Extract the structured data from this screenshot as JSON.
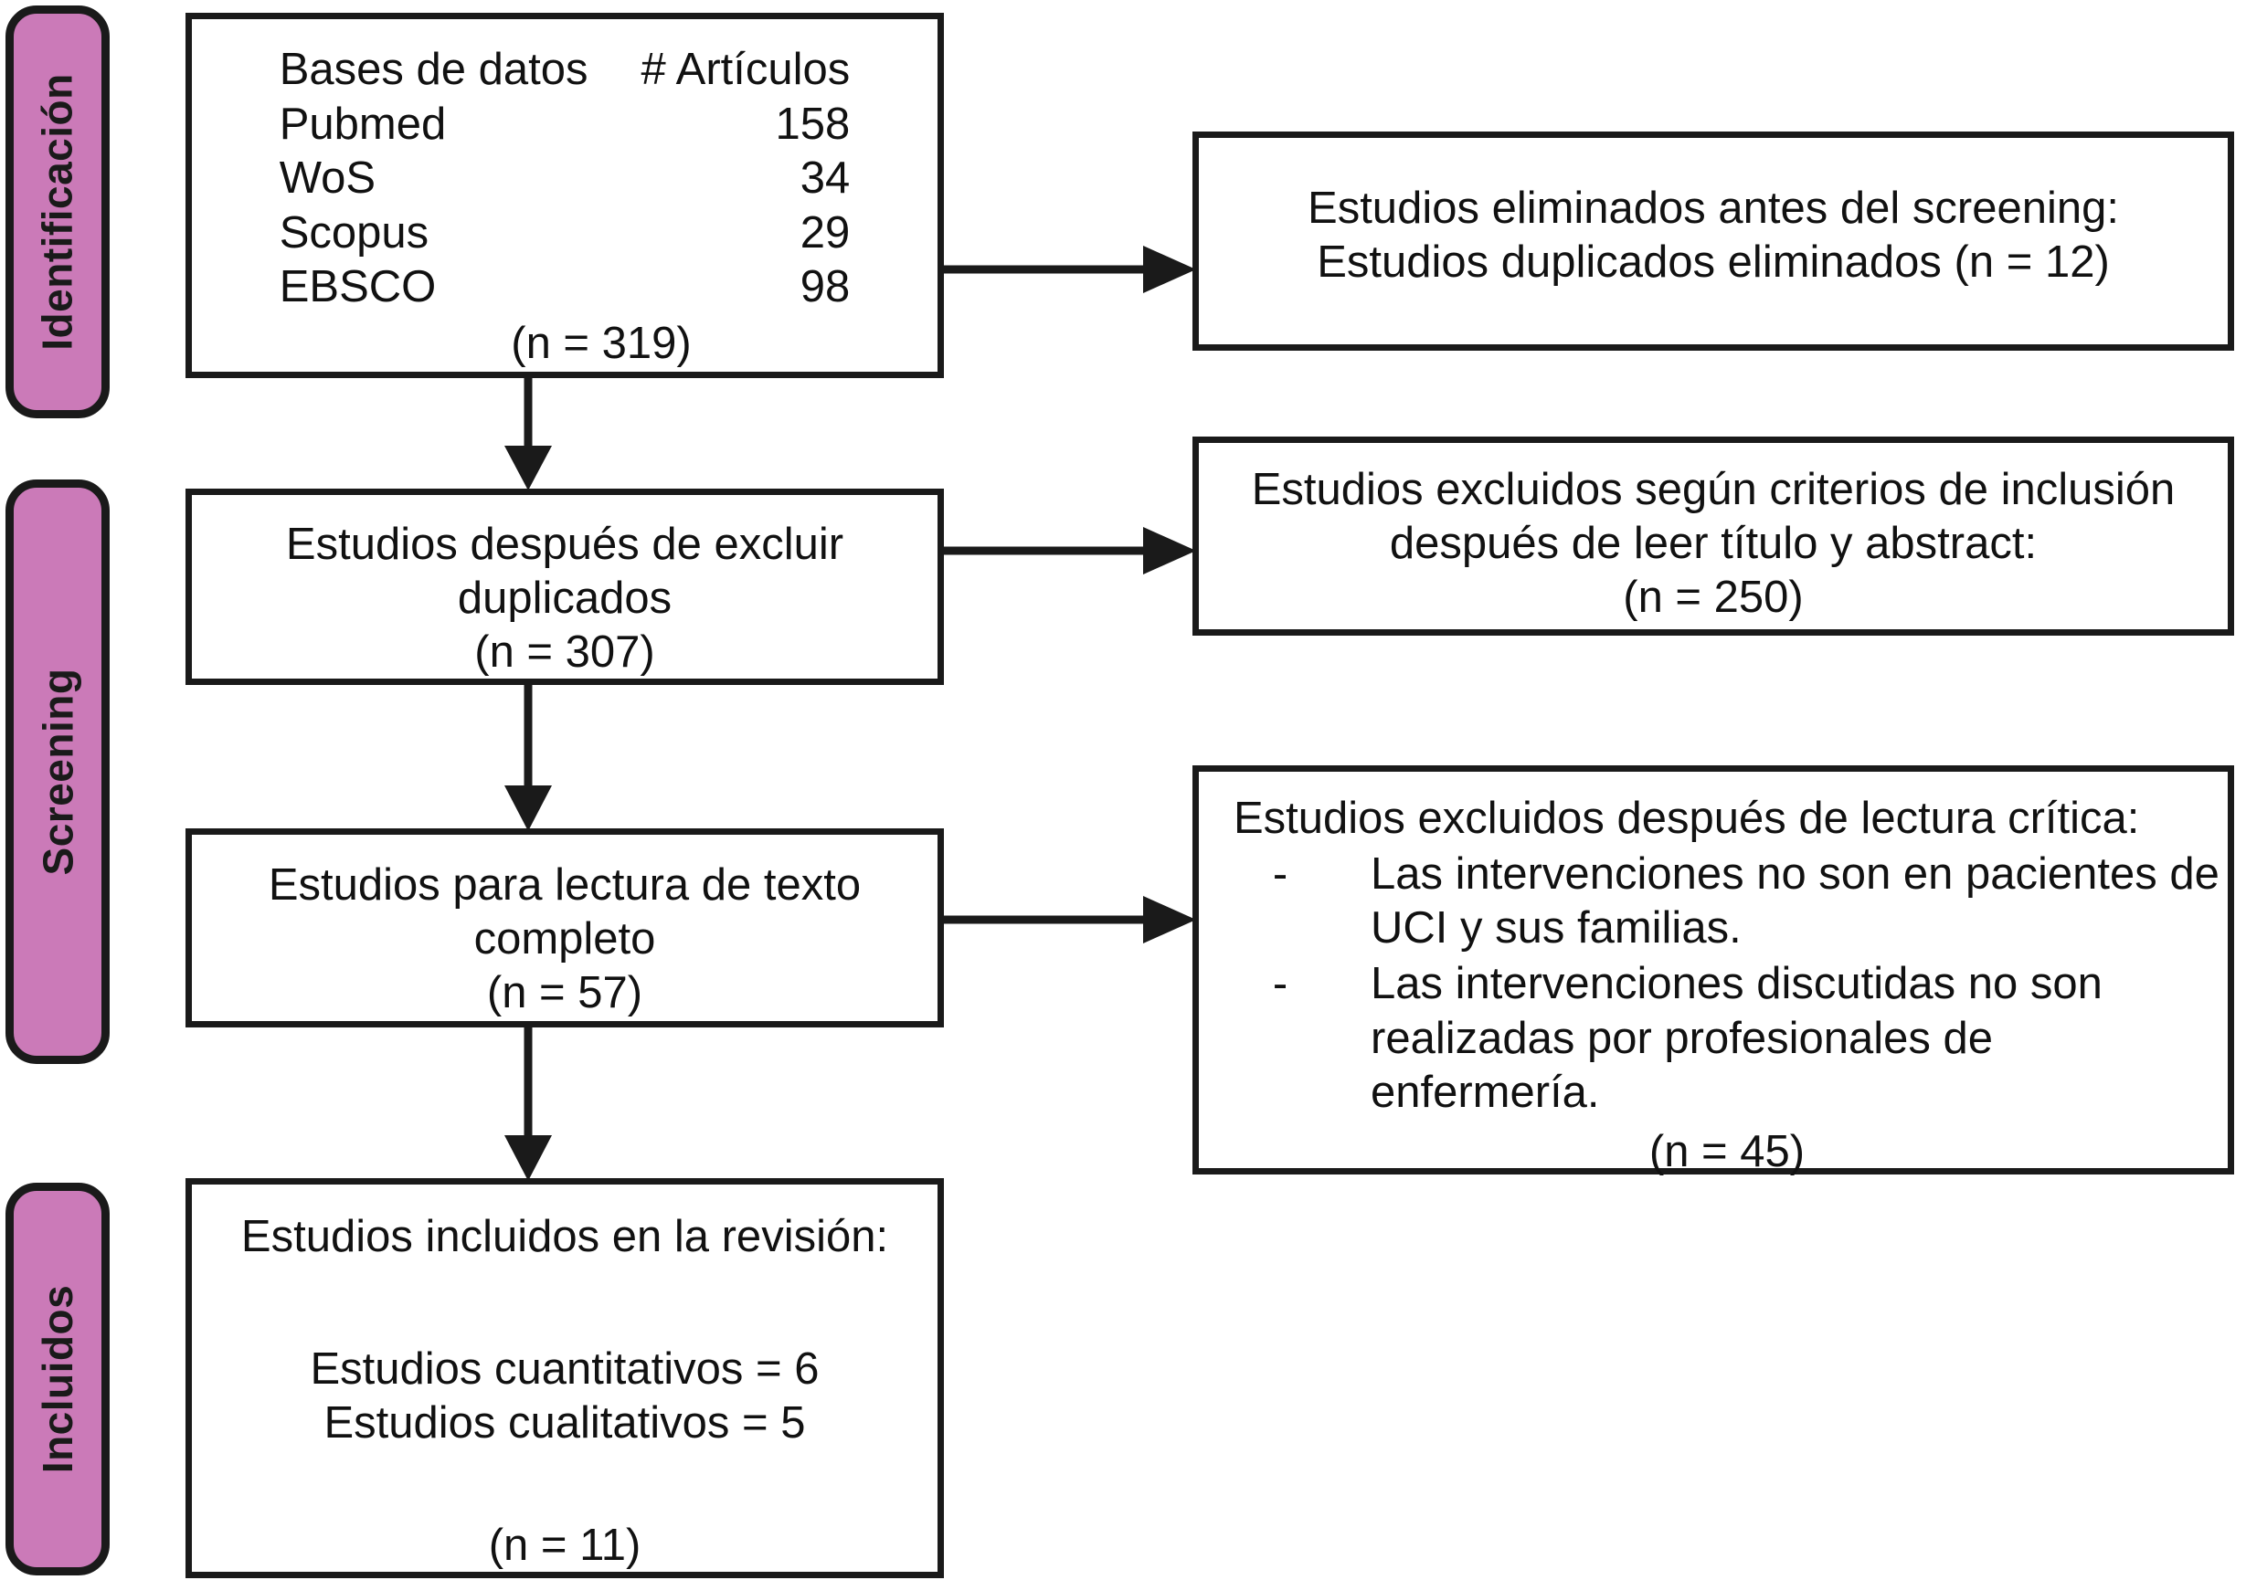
{
  "diagram": {
    "title": "PRISMA flow diagram",
    "accent_color": "#cb7ab8",
    "line_color": "#1a1a1a",
    "background_color": "#ffffff"
  },
  "stages": [
    {
      "id": "identificacion",
      "label": "Identificación"
    },
    {
      "id": "screening",
      "label": "Screening"
    },
    {
      "id": "incluidos",
      "label": "Incluidos"
    }
  ],
  "identification_box": {
    "col_header_sources": "Bases de datos",
    "col_header_count": "# Artículos",
    "rows": [
      {
        "source": "Pubmed",
        "count": "158"
      },
      {
        "source": "WoS",
        "count": "34"
      },
      {
        "source": "Scopus",
        "count": "29"
      },
      {
        "source": "EBSCO",
        "count": "98"
      }
    ],
    "total": "(n = 319)"
  },
  "removed_before_screening_box": {
    "line1": "Estudios eliminados antes del screening:",
    "line2": "Estudios duplicados eliminados (n = 12)"
  },
  "after_duplicates_box": {
    "line1": "Estudios después de excluir",
    "line2": "duplicados",
    "line3": "(n = 307)"
  },
  "excluded_title_abstract_box": {
    "line1": "Estudios excluidos según criterios de inclusión",
    "line2": "después de leer título y abstract:",
    "line3": "(n = 250)"
  },
  "full_text_box": {
    "line1": "Estudios para lectura de texto",
    "line2": "completo",
    "line3": "(n = 57)"
  },
  "excluded_critical_reading_box": {
    "title": "Estudios excluidos después de lectura crítica:",
    "bullet_marker": "-",
    "bullets": [
      "Las intervenciones no son en pacientes de UCI y sus familias.",
      "Las intervenciones discutidas no son realizadas por profesionales de enfermería."
    ],
    "total": "(n = 45)"
  },
  "included_box": {
    "line1": "Estudios incluidos en la revisión:",
    "line2": "Estudios cuantitativos = 6",
    "line3": "Estudios cualitativos = 5",
    "line4": "(n = 11)"
  }
}
